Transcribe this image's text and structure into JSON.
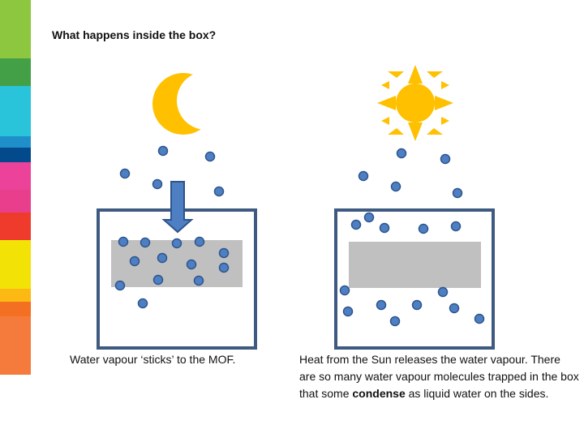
{
  "title": "What happens inside the box?",
  "left_panel": {
    "caption": "Water vapour ‘sticks’ to the MOF.",
    "sky_icon": "crescent-moon-icon"
  },
  "right_panel": {
    "caption_before": "Heat from the Sun releases the water vapour. There are so many water vapour molecules trapped in the box that some ",
    "caption_bold": "condense",
    "caption_after": " as liquid water on the sides.",
    "sky_icon": "sun-icon"
  },
  "colors": {
    "box_border": "#3e5a80",
    "mof_block": "#c0c0c0",
    "molecule_fill": "#4f7fc3",
    "molecule_stroke": "#2d558c",
    "moon_sun": "#ffc000",
    "stripes": [
      "#8dc63f",
      "#43a047",
      "#29c4da",
      "#1f8fc9",
      "#034a8c",
      "#ec4299",
      "#e83e8c",
      "#ee3b2c",
      "#f2e205",
      "#fcb813",
      "#f36f21",
      "#f47b3c"
    ]
  }
}
